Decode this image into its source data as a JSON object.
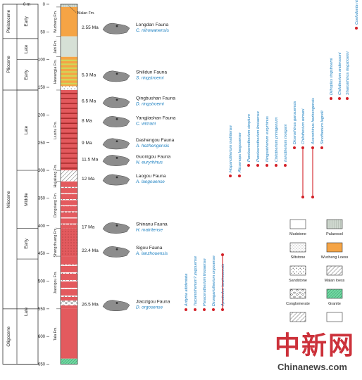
{
  "depth_axis": {
    "unit": "m",
    "ticks": [
      0,
      50,
      100,
      150,
      200,
      250,
      300,
      350,
      400,
      450,
      500,
      550,
      600,
      650
    ]
  },
  "epochs": [
    {
      "name": "Pleistocene",
      "subs": [
        "Early"
      ]
    },
    {
      "name": "Pliocene",
      "subs": [
        "Late",
        "Early"
      ]
    },
    {
      "name": "Miocene",
      "subs": [
        "Late",
        "Middle",
        "Early"
      ]
    },
    {
      "name": "Oligocene",
      "subs": [
        "Late"
      ]
    }
  ],
  "formations": [
    "Malan Fm.",
    "Wucheng Fm.",
    "Jahi Fm.",
    "Hewangjia Fm.",
    "Liushu Fm.",
    "Hujialiang Fm.",
    "Dongxiang Fm.",
    "Shangzhuang Fm.",
    "Jiaozigou Fm.",
    "Tala Fm."
  ],
  "faunas": [
    {
      "age": "2.55 Ma",
      "name": "Longdan Fauna",
      "species": "C. nihowanensis"
    },
    {
      "age": "5.3 Ma",
      "name": "Shilidun Fauna",
      "species": "S. ringstroemi"
    },
    {
      "age": "6.5 Ma",
      "name": "Qingbushan Fauna",
      "species": "D. ringstroemi"
    },
    {
      "age": "8 Ma",
      "name": "Yangjiashan Fauna",
      "species": "C. wimani"
    },
    {
      "age": "9 Ma",
      "name": "Dashengou Fauna",
      "species": "A. hezhengensis"
    },
    {
      "age": "11.5 Ma",
      "name": "Guonigou Fauna",
      "species": "N. euryrhinus"
    },
    {
      "age": "12 Ma",
      "name": "Laogou Fauna",
      "species": "A. laogouense"
    },
    {
      "age": "17 Ma",
      "name": "Shinanu Fauna",
      "species": "H. matritense"
    },
    {
      "age": "22.4 Ma",
      "name": "Sigou Fauna",
      "species": "A. lanzhouensis"
    },
    {
      "age": "26.5 Ma",
      "name": "Jiaozigou Fauna",
      "species": "D. orgosense"
    }
  ],
  "taxa": [
    "Ardynia altidentata",
    "Turpanotherium? yagouense",
    "Paraceratherium linxiaense",
    "Dzungariotherium orgosense",
    "Aprotodon lanzhouensis",
    "Hispanotherium matritense",
    "Alicornops laogouense",
    "Parelasmotherium simplum",
    "Parelasmotherium linxiaense",
    "Ningxiatherium euryrhinus",
    "Chilotherium primigenium",
    "Iranotherium morgani",
    "Dicerorhinus gansuensis",
    "Chilotherium wimani",
    "Acerorhinus hezhengensis",
    "Sinotherium lagrelii",
    "Diihoplus ringstroemi",
    "Chilotherium anderssoni",
    "Shansirhinus ringstroemi",
    "Coelodonta nihowanensis"
  ],
  "legend": [
    "Mudstone",
    "Palaeosol",
    "Siltstone",
    "Wucheng Loess",
    "Sandstone",
    "Malan loess",
    "Conglomerate",
    "Granite"
  ],
  "watermark": {
    "cn": "中新网",
    "en": "Chinanews.com"
  },
  "colors": {
    "mudstone": "#e35a5e",
    "loess": "#f5a445",
    "palaeosol": "#a52a2a",
    "taxon": "#1a7fc0",
    "range": "#d32027",
    "granite": "#6fd6a0"
  }
}
